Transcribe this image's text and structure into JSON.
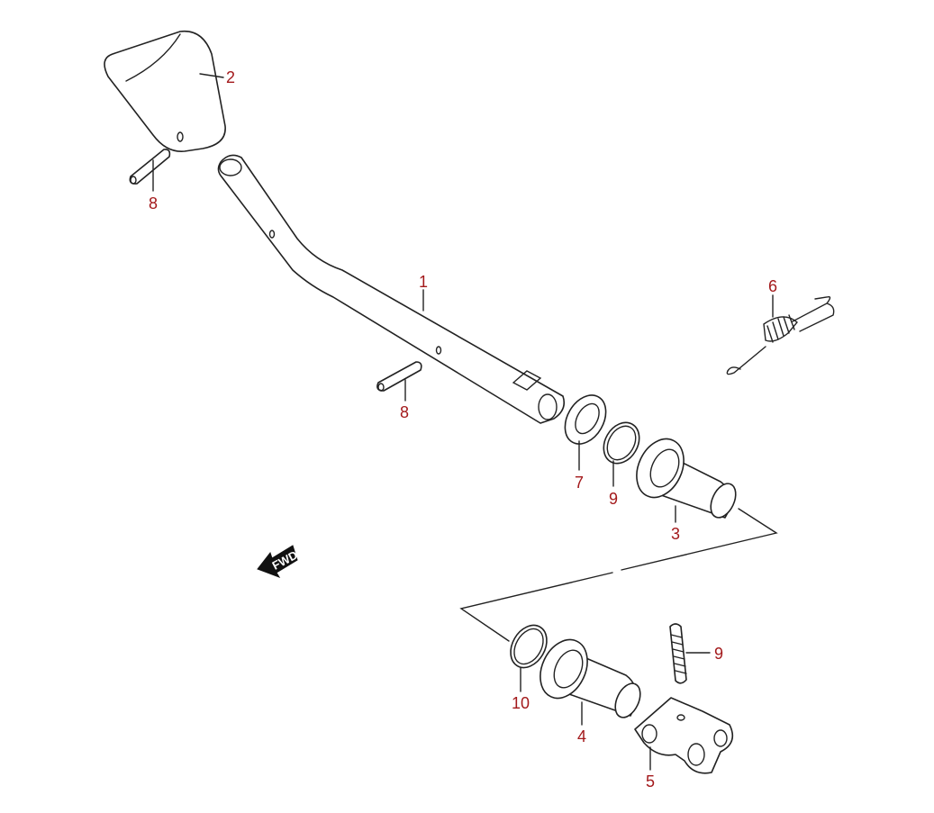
{
  "diagram": {
    "fwd_label": "FWD",
    "callouts": [
      {
        "id": "1",
        "part": "pedal-shaft"
      },
      {
        "id": "2",
        "part": "grip-cap"
      },
      {
        "id": "8",
        "part": "pin-upper"
      },
      {
        "id": "8",
        "part": "pin-lower"
      },
      {
        "id": "6",
        "part": "spring"
      },
      {
        "id": "7",
        "part": "washer"
      },
      {
        "id": "9",
        "part": "o-ring"
      },
      {
        "id": "3",
        "part": "bushing-upper"
      },
      {
        "id": "9",
        "part": "spring-pin"
      },
      {
        "id": "10",
        "part": "o-ring-lower"
      },
      {
        "id": "4",
        "part": "bushing-lower"
      },
      {
        "id": "5",
        "part": "bracket"
      }
    ],
    "label_color": "#a3191b"
  }
}
